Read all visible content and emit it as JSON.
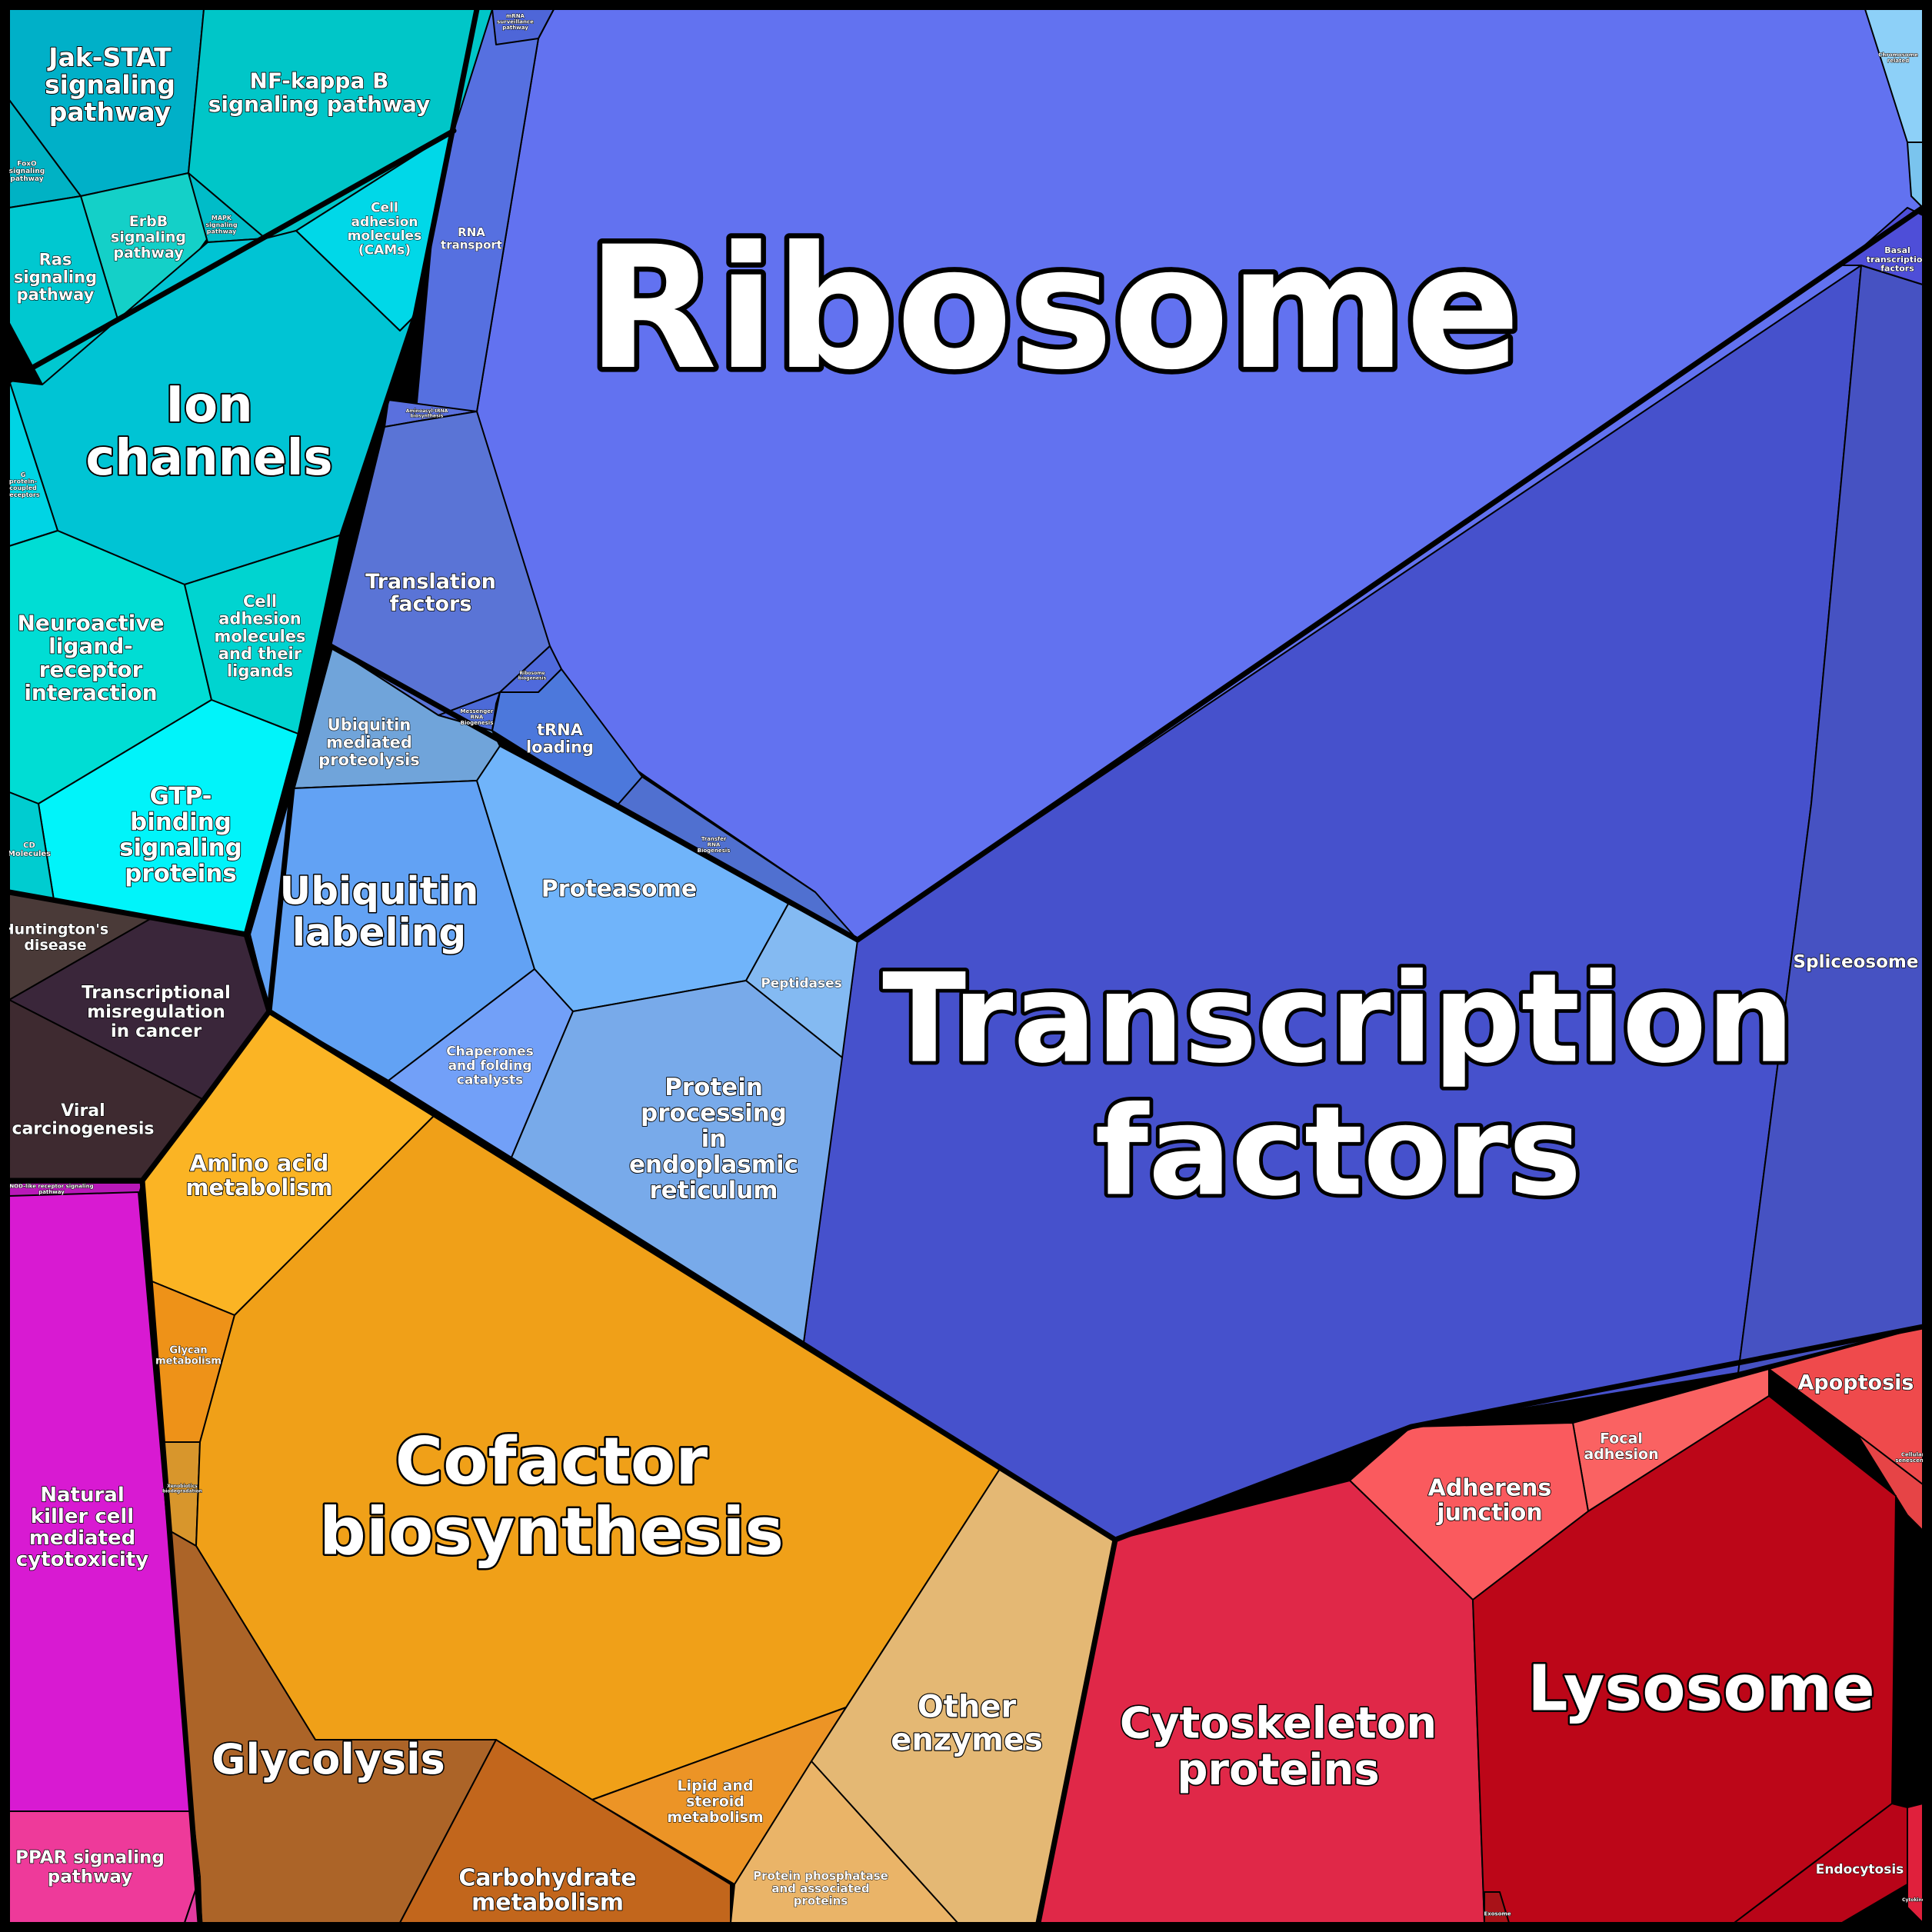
{
  "colors": {
    "outline": "#000000",
    "label": "#ffffff",
    "groups": {
      "signaling": "#00c4d4",
      "translation": "#6272f0",
      "transcription": "#4651cc",
      "protein_processing": "#6aa6f2",
      "disease": "#3a2a36",
      "metabolism": "#f0a018",
      "immune": "#d81ad2",
      "cellular": "#e02848"
    }
  },
  "cells": [
    {
      "id": "ribosome",
      "label": "Ribosome",
      "color": "#6272f0",
      "group": "translation"
    },
    {
      "id": "transcription-factors",
      "label": "Transcription\nfactors",
      "color": "#4651cc",
      "group": "transcription"
    },
    {
      "id": "spliceosome",
      "label": "Spliceosome",
      "color": "#4652c2",
      "group": "transcription"
    },
    {
      "id": "basal-transcription-factors",
      "label": "Basal\ntranscription\nfactors",
      "color": "#4e4ed8",
      "group": "transcription"
    },
    {
      "id": "chromosome-related",
      "label": "Chromosome\nrelated",
      "color": "#8dd0f8",
      "group": "transcription"
    },
    {
      "id": "dna-repair",
      "label": "",
      "color": "#7ac4ee",
      "group": "transcription"
    },
    {
      "id": "rna-transport",
      "label": "RNA\ntransport",
      "color": "#5670e0",
      "group": "translation"
    },
    {
      "id": "mrna-surveillance",
      "label": "mRNA\nsurveillance\npathway",
      "color": "#4e66d8",
      "group": "translation"
    },
    {
      "id": "aminoacyl-trna",
      "label": "Aminoacyl-tRNA\nbiosynthesis",
      "color": "#5a70de",
      "group": "translation"
    },
    {
      "id": "translation-factors",
      "label": "Translation\nfactors",
      "color": "#5a74d6",
      "group": "translation"
    },
    {
      "id": "messenger-rna-biogenesis",
      "label": "Messenger\nRNA\nBiogenesis",
      "color": "#4c6ad8",
      "group": "translation"
    },
    {
      "id": "ribosome-biogenesis",
      "label": "Ribosome\nbiogenesis",
      "color": "#4f6adc",
      "group": "translation"
    },
    {
      "id": "trna-loading",
      "label": "tRNA\nloading",
      "color": "#4c78dc",
      "group": "translation"
    },
    {
      "id": "transfer-rna-biogenesis",
      "label": "Transfer\nRNA\nBiogenesis",
      "color": "#5070d0",
      "group": "translation"
    },
    {
      "id": "ubiquitin-mediated-proteolysis",
      "label": "Ubiquitin\nmediated\nproteolysis",
      "color": "#70a4da",
      "group": "protein_processing"
    },
    {
      "id": "ubiquitin-labeling",
      "label": "Ubiquitin\nlabeling",
      "color": "#62a2f4",
      "group": "protein_processing"
    },
    {
      "id": "proteasome",
      "label": "Proteasome",
      "color": "#70b4fa",
      "group": "protein_processing"
    },
    {
      "id": "peptidases",
      "label": "Peptidases",
      "color": "#84baf2",
      "group": "protein_processing"
    },
    {
      "id": "chaperones",
      "label": "Chaperones\nand folding\ncatalysts",
      "color": "#72a0f8",
      "group": "protein_processing"
    },
    {
      "id": "protein-processing-er",
      "label": "Protein\nprocessing\nin\nendoplasmic\nreticulum",
      "color": "#78aaea",
      "group": "protein_processing"
    },
    {
      "id": "jak-stat",
      "label": "Jak-STAT\nsignaling\npathway",
      "color": "#00b0c8",
      "group": "signaling"
    },
    {
      "id": "nf-kappa-b",
      "label": "NF-kappa B\nsignaling pathway",
      "color": "#00c6c8",
      "group": "signaling"
    },
    {
      "id": "foxo",
      "label": "FoxO\nsignaling\npathway",
      "color": "#00b2c4",
      "group": "signaling"
    },
    {
      "id": "erbb",
      "label": "ErbB\nsignaling\npathway",
      "color": "#14d0c8",
      "group": "signaling"
    },
    {
      "id": "mapk",
      "label": "MAPK\nsignaling\npathway",
      "color": "#00bcc8",
      "group": "signaling"
    },
    {
      "id": "ras",
      "label": "Ras\nsignaling\npathway",
      "color": "#00c8d0",
      "group": "signaling"
    },
    {
      "id": "cell-adhesion-cams",
      "label": "Cell\nadhesion\nmolecules\n(CAMs)",
      "color": "#00d8e8",
      "group": "signaling"
    },
    {
      "id": "ion-channels",
      "label": "Ion\nchannels",
      "color": "#00c4d4",
      "group": "signaling"
    },
    {
      "id": "g-protein-coupled-receptors",
      "label": "G\nprotein-\ncoupled\nreceptors",
      "color": "#00d4e4",
      "group": "signaling"
    },
    {
      "id": "neuroactive-ligand",
      "label": "Neuroactive\nligand-\nreceptor\ninteraction",
      "color": "#00ddd4",
      "group": "signaling"
    },
    {
      "id": "cell-adhesion-ligands",
      "label": "Cell\nadhesion\nmolecules\nand their\nligands",
      "color": "#00d4d0",
      "group": "signaling"
    },
    {
      "id": "gtp-binding",
      "label": "GTP-\nbinding\nsignaling\nproteins",
      "color": "#00f4fa",
      "group": "signaling"
    },
    {
      "id": "cd-molecules",
      "label": "CD\nMolecules",
      "color": "#00ccd0",
      "group": "signaling"
    },
    {
      "id": "huntingtons",
      "label": "Huntington's\ndisease",
      "color": "#4a3a38",
      "group": "disease"
    },
    {
      "id": "transcriptional-misregulation",
      "label": "Transcriptional\nmisregulation\nin cancer",
      "color": "#3a263a",
      "group": "disease"
    },
    {
      "id": "viral-carcinogenesis",
      "label": "Viral\ncarcinogenesis",
      "color": "#3e2a30",
      "group": "disease"
    },
    {
      "id": "amino-acid-metabolism",
      "label": "Amino acid\nmetabolism",
      "color": "#fbb424",
      "group": "metabolism"
    },
    {
      "id": "glycan-metabolism",
      "label": "Glycan\nmetabolism",
      "color": "#ee9218",
      "group": "metabolism"
    },
    {
      "id": "xenobiotics",
      "label": "Xenobiotics\nbiodegradation",
      "color": "#d8962c",
      "group": "metabolism"
    },
    {
      "id": "cofactor-biosynthesis",
      "label": "Cofactor\nbiosynthesis",
      "color": "#f0a018",
      "group": "metabolism"
    },
    {
      "id": "glycolysis",
      "label": "Glycolysis",
      "color": "#ac6428",
      "group": "metabolism"
    },
    {
      "id": "carbohydrate-metabolism",
      "label": "Carbohydrate\nmetabolism",
      "color": "#c2661c",
      "group": "metabolism"
    },
    {
      "id": "lipid-steroid",
      "label": "Lipid and\nsteroid\nmetabolism",
      "color": "#ec9426",
      "group": "metabolism"
    },
    {
      "id": "other-enzymes",
      "label": "Other\nenzymes",
      "color": "#e4b874",
      "group": "metabolism"
    },
    {
      "id": "protein-phosphatase",
      "label": "Protein phosphatase\nand associated\nproteins",
      "color": "#eab468",
      "group": "metabolism"
    },
    {
      "id": "nod-like",
      "label": "NOD-like receptor signaling\npathway",
      "color": "#b818b8",
      "group": "immune"
    },
    {
      "id": "natural-killer",
      "label": "Natural\nkiller cell\nmediated\ncytotoxicity",
      "color": "#d81ad2",
      "group": "immune"
    },
    {
      "id": "ppar",
      "label": "PPAR signaling\npathway",
      "color": "#ee3a9a",
      "group": "immune"
    },
    {
      "id": "immune-small",
      "label": "",
      "color": "#e23aa0",
      "group": "immune"
    },
    {
      "id": "apoptosis",
      "label": "Apoptosis",
      "color": "#ef4a4c",
      "group": "cellular"
    },
    {
      "id": "apoptosis-small",
      "label": "Cellular\nsenescence",
      "color": "#e64446",
      "group": "cellular"
    },
    {
      "id": "focal-adhesion",
      "label": "Focal\nadhesion",
      "color": "#fa6262",
      "group": "cellular"
    },
    {
      "id": "adherens-junction",
      "label": "Adherens\njunction",
      "color": "#fa5a5e",
      "group": "cellular"
    },
    {
      "id": "cytoskeleton",
      "label": "Cytoskeleton\nproteins",
      "color": "#e02848",
      "group": "cellular"
    },
    {
      "id": "lysosome",
      "label": "Lysosome",
      "color": "#bc0618",
      "group": "cellular"
    },
    {
      "id": "endocytosis",
      "label": "Endocytosis",
      "color": "#b80418",
      "group": "cellular"
    },
    {
      "id": "exosome",
      "label": "Exosome",
      "color": "#a81218",
      "group": "cellular"
    },
    {
      "id": "cytokine-small",
      "label": "Cytokine",
      "color": "#e0203c",
      "group": "cellular"
    }
  ]
}
